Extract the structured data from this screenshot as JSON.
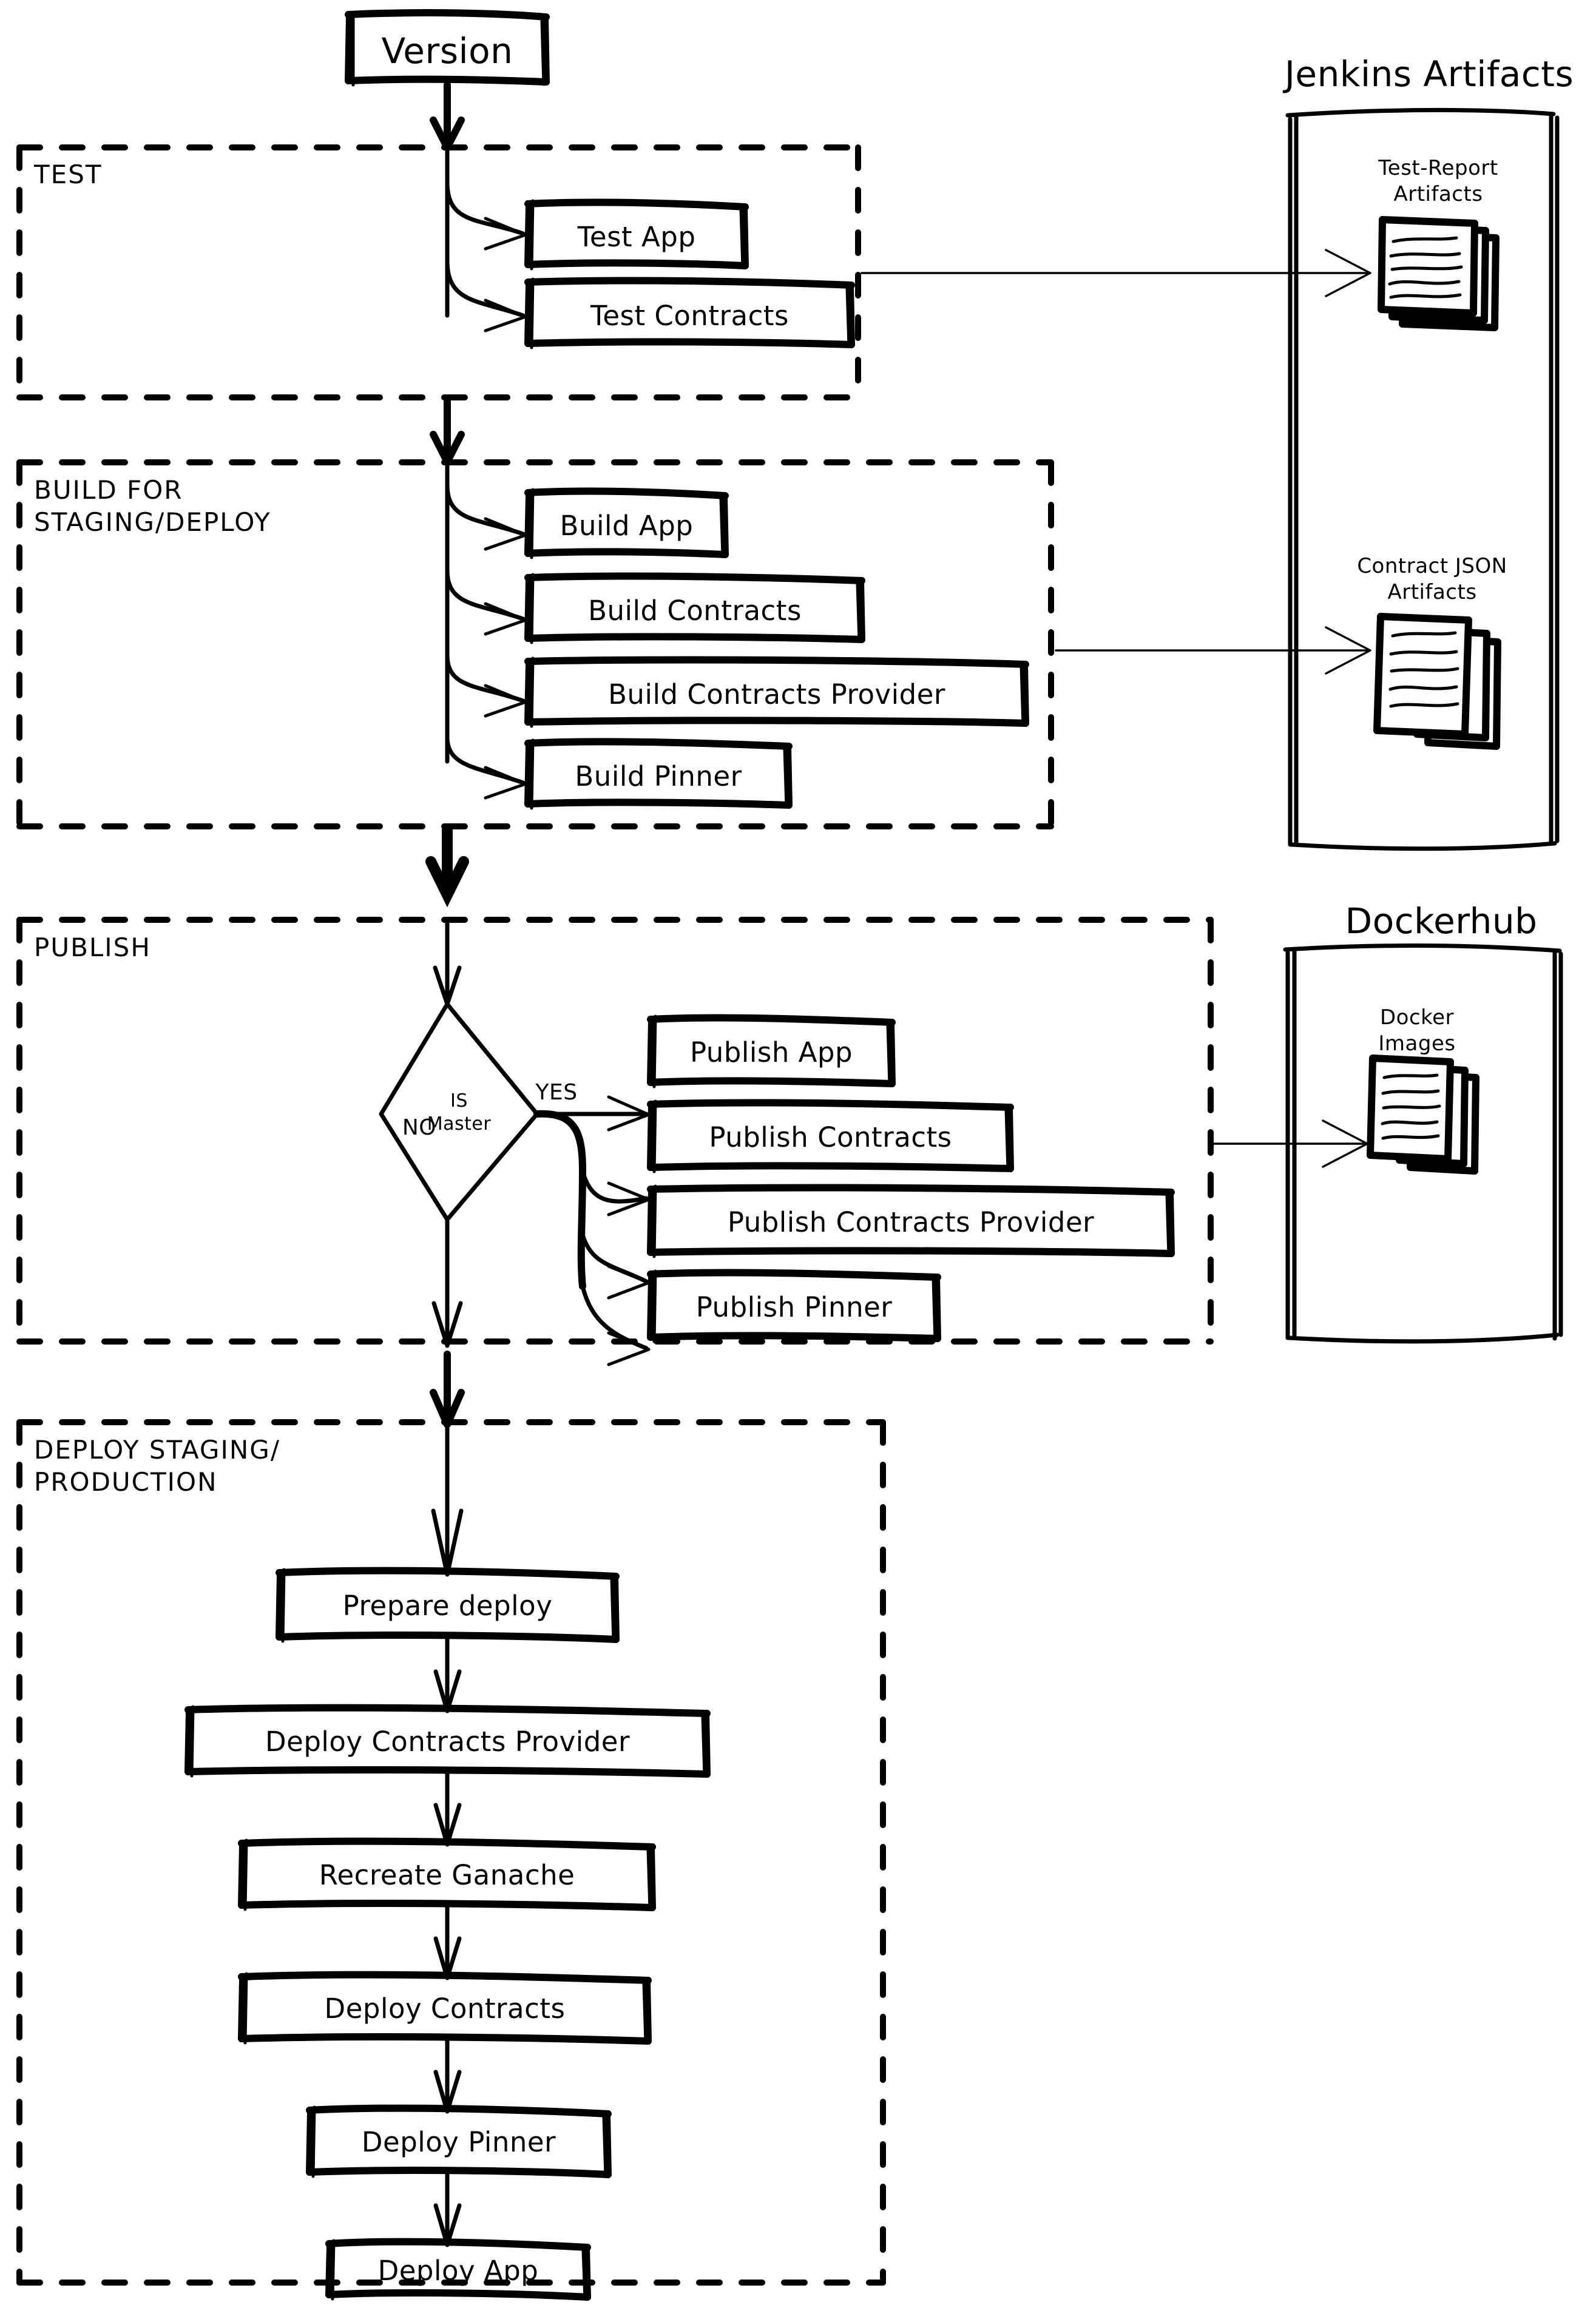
{
  "diagram": {
    "title_nodes": {
      "version": "Version"
    },
    "sections": [
      {
        "id": "test",
        "label": "TEST"
      },
      {
        "id": "build",
        "label": "BUILD FOR\nSTAGING/DEPLOY"
      },
      {
        "id": "publish",
        "label": "PUBLISH"
      },
      {
        "id": "deploy",
        "label": "DEPLOY STAGING/\nPRODUCTION"
      }
    ],
    "test_steps": [
      "Test App",
      "Test Contracts"
    ],
    "build_steps": [
      "Build App",
      "Build Contracts",
      "Build Contracts Provider",
      "Build Pinner"
    ],
    "decision": {
      "line1": "IS",
      "line2": "Master",
      "yes": "YES",
      "no": "NO"
    },
    "publish_steps": [
      "Publish App",
      "Publish Contracts",
      "Publish Contracts Provider",
      "Publish Pinner"
    ],
    "deploy_steps": [
      "Prepare deploy",
      "Deploy Contracts Provider",
      "Recreate Ganache",
      "Deploy Contracts",
      "Deploy Pinner",
      "Deploy App"
    ],
    "stores": [
      {
        "id": "jenkins",
        "title": "Jenkins Artifacts",
        "item": "Test-Report\nArtifacts"
      },
      {
        "id": "contracts",
        "title": "",
        "item": "Contract JSON\nArtifacts"
      },
      {
        "id": "dockerhub",
        "title": "Dockerhub",
        "item": "Docker\nImages"
      }
    ],
    "colors": {
      "stroke": "#000000",
      "background": "#ffffff"
    }
  }
}
